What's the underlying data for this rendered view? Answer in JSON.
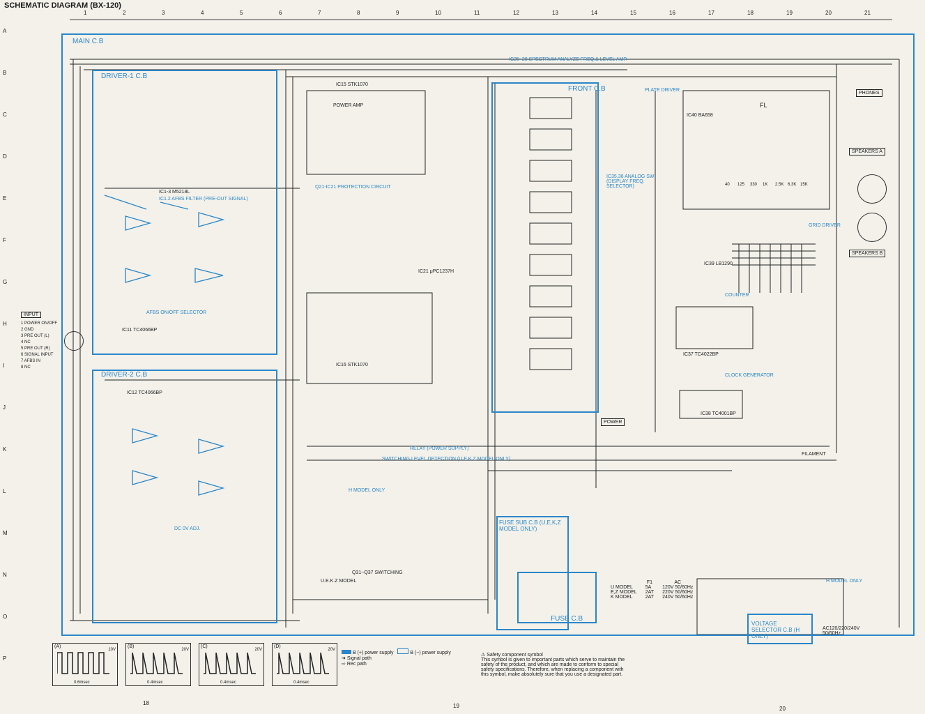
{
  "header": {
    "title": "SCHEMATIC DIAGRAM (BX-120)"
  },
  "columns": [
    "1",
    "2",
    "3",
    "4",
    "5",
    "6",
    "7",
    "8",
    "9",
    "10",
    "11",
    "12",
    "13",
    "14",
    "15",
    "16",
    "17",
    "18",
    "19",
    "20",
    "21"
  ],
  "rows": [
    "A",
    "B",
    "C",
    "D",
    "E",
    "F",
    "G",
    "H",
    "I",
    "J",
    "K",
    "L",
    "M",
    "N",
    "O",
    "P"
  ],
  "boards": {
    "main": "MAIN C.B",
    "driver1": "DRIVER-1 C.B",
    "driver2": "DRIVER-2 C.B",
    "front": "FRONT C.B",
    "fuse_sub": "FUSE SUB C.B (U,E,K,Z MODEL ONLY)",
    "fuse": "FUSE C.B",
    "voltage_selector": "VOLTAGE SELECTOR C.B (H ONLY)"
  },
  "labels": {
    "ic15": "IC15 STK1070",
    "ic16": "IC16 STK1070",
    "power_amp": "POWER AMP",
    "protection": "Q21-IC21 PROTECTION CIRCUIT",
    "spectrum": "IC25~28 SPECTRUM ANALYZE FREQ.& LEVEL AMP.",
    "plate_driver": "PLATE DRIVER",
    "fl": "FL",
    "ic40": "IC40 BA658",
    "ic39": "IC39 LB1290",
    "ic37": "IC37 TC4022BP",
    "ic38": "IC38 TC4001BP",
    "counter": "COUNTER",
    "clock": "CLOCK GENERATOR",
    "grid_driver": "GRID DRIVER",
    "ic1": "IC1-3 M5218L",
    "afbs_filter": "IC1.2 AFBS FILTER (PRE-OUT SIGNAL)",
    "afbs_selector": "AFBS ON/OFF SELECTOR",
    "ic11": "IC11 TC4066BP",
    "ic12": "IC12 TC4066BP",
    "dc_adj": "DC 0V ADJ.",
    "switching_level": "SWITCHING LEVEL DETECTION (U,E,K,Z MODEL ONLY)",
    "relay": "RELAY (POWER SUPPLY)",
    "h_model": "H MODEL ONLY",
    "phones": "PHONES",
    "speakers_a": "SPEAKERS A",
    "speakers_b": "SPEAKERS B",
    "input": "INPUT",
    "power": "POWER",
    "filament": "FILAMENT",
    "ac_voltage": "AC120/220/240V 50/60Hz",
    "u_model": "U.E.K.Z MODEL",
    "switching": "Q31~Q37 SWITCHING",
    "ic21": "IC21 μPC1237H",
    "analog_sw": "IC35,36 ANALOG SW (DISPLAY FREQ. SELECTOR)"
  },
  "input_pins": [
    "1 POWER ON/OFF",
    "2 GND",
    "3 PRE OUT (L)",
    "4 NC",
    "5 PRE OUT (R)",
    "6 SIGNAL INPUT",
    "7 AFBS IN",
    "8 NC"
  ],
  "spectrum_freqs": [
    "40",
    "125",
    "330",
    "1K",
    "2.5K",
    "6.3K",
    "15K"
  ],
  "fuse_table": {
    "headers": [
      "",
      "F1",
      "AC"
    ],
    "rows": [
      [
        "U MODEL",
        "5A",
        "120V 50/60Hz"
      ],
      [
        "E,Z MODEL",
        "2AT",
        "220V 50/60Hz"
      ],
      [
        "K MODEL",
        "2AT",
        "240V 50/60Hz"
      ]
    ]
  },
  "waveforms": [
    {
      "tag": "A",
      "amp": "10V",
      "period": "0.6msec"
    },
    {
      "tag": "B",
      "amp": "20V",
      "period": "0.4msec"
    },
    {
      "tag": "C",
      "amp": "20V",
      "period": "0.4msec"
    },
    {
      "tag": "D",
      "amp": "20V",
      "period": "0.4msec"
    }
  ],
  "legend": {
    "b_plus": "B (+) power supply",
    "b_minus": "B (−) power supply",
    "signal": "Signal path",
    "rec": "Rec path",
    "safety_title": "Safety component symbol",
    "safety_text": "This symbol is given to important parts which serve to maintain the safety of the product, and which are made to conform to special safety specifications. Therefore, when replacing a component with this symbol, make absolutely sure that you use a designated part."
  },
  "page_numbers": [
    "18",
    "19",
    "20"
  ],
  "colors": {
    "board": "#2b86c9",
    "wire": "#222222",
    "paper": "#f3f1ea"
  }
}
